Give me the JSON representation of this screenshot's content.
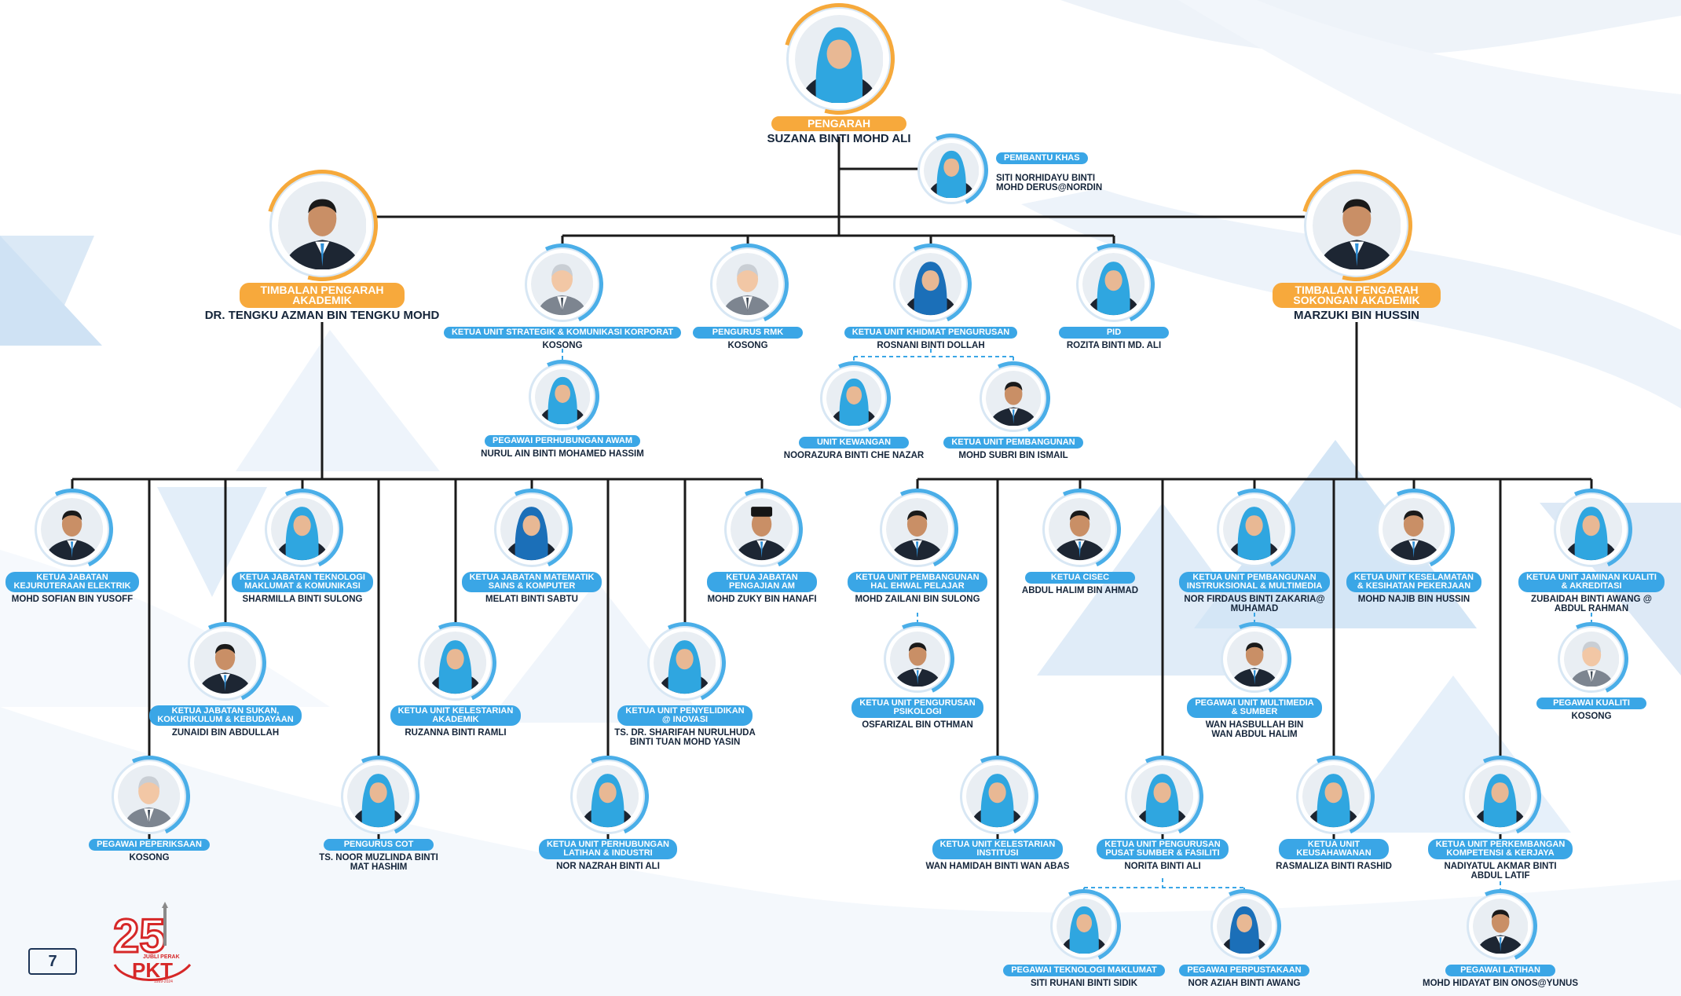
{
  "page": {
    "number": "7"
  },
  "logo": {
    "text_25": "25",
    "banner": "JUBLI PERAK",
    "brand": "PKT",
    "years": "1999-2024"
  },
  "colors": {
    "accent_blue": "#3aa6e6",
    "accent_gold": "#f7a93c",
    "line": "#1a1a1a",
    "name_text": "#15253a"
  },
  "nodes": [
    {
      "id": "n1",
      "role": "PENGARAH",
      "name": "SUZANA BINTI MOHD ALI",
      "variant": "gold-top",
      "avatar": "tudung"
    },
    {
      "id": "n2",
      "role": "PEMBANTU KHAS",
      "name": "SITI NORHIDAYU BINTI\nMOHD DERUS@NORDIN",
      "variant": "side",
      "avatar": "tudung"
    },
    {
      "id": "n3",
      "role": "TIMBALAN PENGARAH\nAKADEMIK",
      "name": "DR. TENGKU AZMAN BIN TENGKU MOHD",
      "variant": "gold",
      "avatar": "man"
    },
    {
      "id": "n4",
      "role": "TIMBALAN PENGARAH\nSOKONGAN AKADEMIK",
      "name": "MARZUKI BIN HUSSIN",
      "variant": "gold",
      "avatar": "man"
    },
    {
      "id": "n5",
      "role": "KETUA UNIT STRATEGIK & KOMUNIKASI KORPORAT",
      "name": "KOSONG",
      "avatar": "vacant"
    },
    {
      "id": "n6",
      "role": "PENGURUS RMK",
      "name": "KOSONG",
      "avatar": "vacant"
    },
    {
      "id": "n7",
      "role": "KETUA UNIT KHIDMAT PENGURUSAN",
      "name": "ROSNANI BINTI DOLLAH",
      "avatar": "tudung-dark"
    },
    {
      "id": "n8",
      "role": "PID",
      "name": "ROZITA BINTI MD. ALI",
      "avatar": "tudung"
    },
    {
      "id": "n9",
      "role": "PEGAWAI PERHUBUNGAN AWAM",
      "name": "NURUL AIN BINTI MOHAMED HASSIM",
      "avatar": "tudung"
    },
    {
      "id": "n10",
      "role": "UNIT KEWANGAN",
      "name": "NOORAZURA BINTI CHE NAZAR",
      "avatar": "tudung"
    },
    {
      "id": "n11",
      "role": "KETUA UNIT PEMBANGUNAN",
      "name": "MOHD SUBRI BIN ISMAIL",
      "avatar": "man"
    },
    {
      "id": "n12",
      "role": "KETUA JABATAN\nKEJURUTERAAN ELEKTRIK",
      "name": "MOHD SOFIAN BIN YUSOFF",
      "avatar": "man"
    },
    {
      "id": "n13",
      "role": "KETUA JABATAN TEKNOLOGI\nMAKLUMAT & KOMUNIKASI",
      "name": "SHARMILLA BINTI SULONG",
      "avatar": "tudung"
    },
    {
      "id": "n14",
      "role": "KETUA JABATAN MATEMATIK\nSAINS & KOMPUTER",
      "name": "MELATI BINTI SABTU",
      "avatar": "tudung-dark"
    },
    {
      "id": "n15",
      "role": "KETUA JABATAN\nPENGAJIAN AM",
      "name": "MOHD ZUKY BIN HANAFI",
      "avatar": "man-songkok"
    },
    {
      "id": "n16",
      "role": "KETUA JABATAN SUKAN,\nKOKURIKULUM & KEBUDAYAAN",
      "name": "ZUNAIDI BIN ABDULLAH",
      "avatar": "man"
    },
    {
      "id": "n17",
      "role": "KETUA UNIT KELESTARIAN\nAKADEMIK",
      "name": "RUZANNA BINTI RAMLI",
      "avatar": "tudung"
    },
    {
      "id": "n18",
      "role": "KETUA UNIT PENYELIDIKAN\n@ INOVASI",
      "name": "TS. DR. SHARIFAH NURULHUDA\nBINTI TUAN MOHD YASIN",
      "avatar": "tudung"
    },
    {
      "id": "n19",
      "role": "PEGAWAI PEPERIKSAAN",
      "name": "KOSONG",
      "avatar": "vacant"
    },
    {
      "id": "n20",
      "role": "PENGURUS COT",
      "name": "TS. NOOR MUZLINDA BINTI\nMAT HASHIM",
      "avatar": "tudung"
    },
    {
      "id": "n21",
      "role": "KETUA UNIT PERHUBUNGAN\nLATIHAN & INDUSTRI",
      "name": "NOR NAZRAH BINTI ALI",
      "avatar": "tudung"
    },
    {
      "id": "n22",
      "role": "KETUA UNIT PEMBANGUNAN\nHAL EHWAL PELAJAR",
      "name": "MOHD ZAILANI BIN SULONG",
      "avatar": "man"
    },
    {
      "id": "n23",
      "role": "KETUA CISEC",
      "name": "ABDUL HALIM BIN AHMAD",
      "avatar": "man"
    },
    {
      "id": "n24",
      "role": "KETUA UNIT PEMBANGUNAN\nINSTRUKSIONAL & MULTIMEDIA",
      "name": "NOR FIRDAUS BINTI ZAKARIA@\nMUHAMAD",
      "avatar": "tudung"
    },
    {
      "id": "n25",
      "role": "KETUA UNIT KESELAMATAN\n& KESIHATAN PEKERJAAN",
      "name": "MOHD NAJIB BIN HUSSIN",
      "avatar": "man"
    },
    {
      "id": "n26",
      "role": "KETUA UNIT JAMINAN KUALITI\n& AKREDITASI",
      "name": "ZUBAIDAH BINTI AWANG @\nABDUL RAHMAN",
      "avatar": "tudung"
    },
    {
      "id": "n27",
      "role": "KETUA UNIT PENGURUSAN\nPSIKOLOGI",
      "name": "OSFARIZAL BIN OTHMAN",
      "avatar": "man"
    },
    {
      "id": "n28",
      "role": "PEGAWAI UNIT MULTIMEDIA\n& SUMBER",
      "name": "WAN HASBULLAH BIN\nWAN ABDUL HALIM",
      "avatar": "man"
    },
    {
      "id": "n29",
      "role": "PEGAWAI KUALITI",
      "name": "KOSONG",
      "avatar": "vacant"
    },
    {
      "id": "n30",
      "role": "KETUA UNIT KELESTARIAN\nINSTITUSI",
      "name": "WAN HAMIDAH BINTI WAN ABAS",
      "avatar": "tudung"
    },
    {
      "id": "n31",
      "role": "KETUA UNIT PENGURUSAN\nPUSAT SUMBER & FASILITI",
      "name": "NORITA BINTI ALI",
      "avatar": "tudung"
    },
    {
      "id": "n32",
      "role": "KETUA UNIT\nKEUSAHAWANAN",
      "name": "RASMALIZA BINTI RASHID",
      "avatar": "tudung"
    },
    {
      "id": "n33",
      "role": "KETUA UNIT PERKEMBANGAN\nKOMPETENSI & KERJAYA",
      "name": "NADIYATUL AKMAR BINTI\nABDUL LATIF",
      "avatar": "tudung"
    },
    {
      "id": "n34",
      "role": "PEGAWAI TEKNOLOGI MAKLUMAT",
      "name": "SITI RUHANI BINTI SIDIK",
      "avatar": "tudung"
    },
    {
      "id": "n35",
      "role": "PEGAWAI PERPUSTAKAAN",
      "name": "NOR AZIAH BINTI AWANG",
      "avatar": "tudung-dark"
    },
    {
      "id": "n36",
      "role": "PEGAWAI LATIHAN",
      "name": "MOHD HIDAYAT BIN ONOS@YUNUS",
      "avatar": "man"
    }
  ]
}
